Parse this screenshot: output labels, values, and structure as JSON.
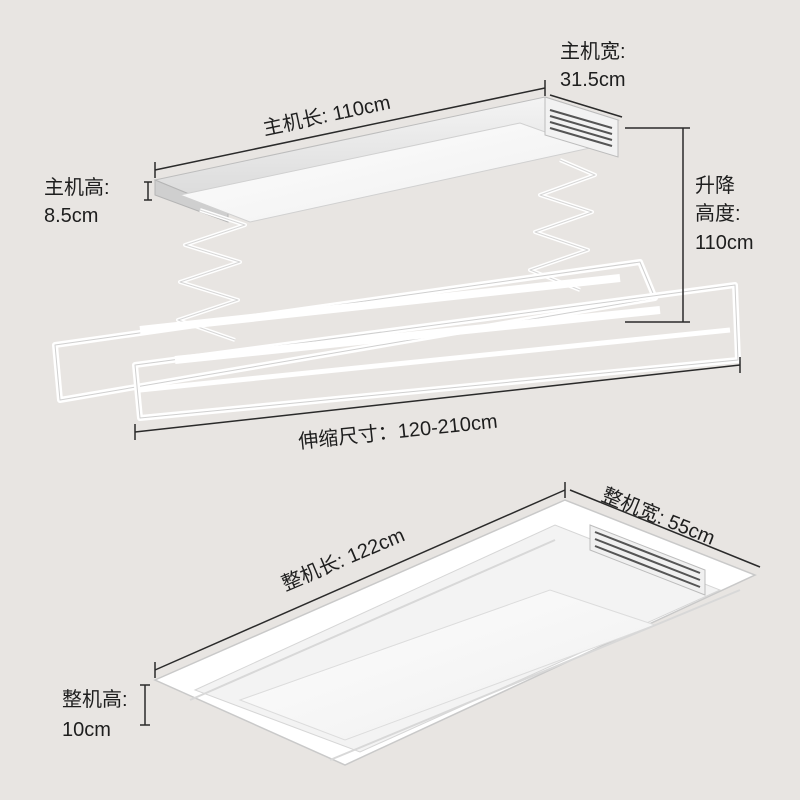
{
  "top_unit": {
    "host_length": "主机长: 110cm",
    "host_width_label": "主机宽:",
    "host_width_value": "31.5cm",
    "host_height_label": "主机高:",
    "host_height_value": "8.5cm",
    "lift_height_line1": "升降",
    "lift_height_line2": "高度:",
    "lift_height_value": "110cm",
    "telescopic_size": "伸缩尺寸：120-210cm"
  },
  "bottom_unit": {
    "overall_length": "整机长: 122cm",
    "overall_width": "整机宽: 55cm",
    "overall_height_label": "整机高:",
    "overall_height_value": "10cm"
  },
  "colors": {
    "background": "#e8e5e2",
    "frame": "#ffffff",
    "frame_edge": "#c9c9c9",
    "dimension_line": "#2a2a2a",
    "text": "#1e1e1e"
  }
}
